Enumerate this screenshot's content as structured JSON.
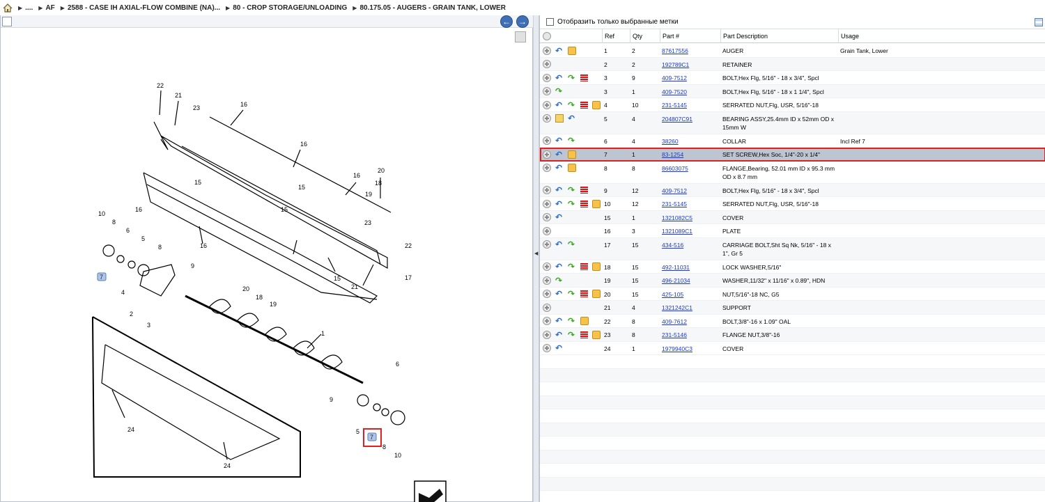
{
  "breadcrumb": [
    "....",
    "AF",
    "2588 - CASE IH AXIAL-FLOW COMBINE (NA)...",
    "80 - CROP STORAGE/UNLOADING",
    "80.175.05 - AUGERS - GRAIN TANK, LOWER"
  ],
  "filter_label": "Отобразить только выбранные метки",
  "columns": {
    "ref": "Ref",
    "qty": "Qty",
    "part": "Part #",
    "desc": "Part Description",
    "usage": "Usage"
  },
  "rows": [
    {
      "ref": "1",
      "qty": "2",
      "part": "87617556",
      "desc": "AUGER",
      "usage": "Grain Tank, Lower",
      "icons": [
        "plus",
        "back",
        "box"
      ]
    },
    {
      "ref": "2",
      "qty": "2",
      "part": "192789C1",
      "desc": "RETAINER",
      "usage": "",
      "icons": [
        "plus"
      ]
    },
    {
      "ref": "3",
      "qty": "9",
      "part": "409-7512",
      "desc": "BOLT,Hex Flg, 5/16\" - 18 x 3/4\", Spcl",
      "usage": "",
      "icons": [
        "plus",
        "back",
        "fwd",
        "list"
      ]
    },
    {
      "ref": "3",
      "qty": "1",
      "part": "409-7520",
      "desc": "BOLT,Hex Flg, 5/16\" - 18 x 1 1/4\", Spcl",
      "usage": "",
      "icons": [
        "plus",
        "fwd"
      ]
    },
    {
      "ref": "4",
      "qty": "10",
      "part": "231-5145",
      "desc": "SERRATED NUT,Flg, USR, 5/16\"-18",
      "usage": "",
      "icons": [
        "plus",
        "back",
        "fwd",
        "list",
        "box"
      ]
    },
    {
      "ref": "5",
      "qty": "4",
      "part": "204807C91",
      "desc": "BEARING ASSY,25.4mm ID x 52mm OD x 15mm W",
      "usage": "",
      "icons": [
        "plus",
        "note",
        "back"
      ],
      "tall": true
    },
    {
      "ref": "6",
      "qty": "4",
      "part": "38260",
      "desc": "COLLAR",
      "usage": "Incl Ref 7",
      "icons": [
        "plus",
        "back",
        "fwd"
      ]
    },
    {
      "ref": "7",
      "qty": "1",
      "part": "83-1254",
      "desc": "SET SCREW,Hex Soc, 1/4\"-20 x 1/4\"",
      "usage": "",
      "icons": [
        "plus",
        "back",
        "box"
      ],
      "selected": true
    },
    {
      "ref": "8",
      "qty": "8",
      "part": "86603075",
      "desc": "FLANGE,Bearing, 52.01 mm ID x 95.3 mm OD x 8.7 mm",
      "usage": "",
      "icons": [
        "plus",
        "back",
        "box"
      ],
      "tall": true
    },
    {
      "ref": "9",
      "qty": "12",
      "part": "409-7512",
      "desc": "BOLT,Hex Flg, 5/16\" - 18 x 3/4\", Spcl",
      "usage": "",
      "icons": [
        "plus",
        "back",
        "fwd",
        "list"
      ]
    },
    {
      "ref": "10",
      "qty": "12",
      "part": "231-5145",
      "desc": "SERRATED NUT,Flg, USR, 5/16\"-18",
      "usage": "",
      "icons": [
        "plus",
        "back",
        "fwd",
        "list",
        "box"
      ]
    },
    {
      "ref": "15",
      "qty": "1",
      "part": "1321082C5",
      "desc": "COVER",
      "usage": "",
      "icons": [
        "plus",
        "back"
      ]
    },
    {
      "ref": "16",
      "qty": "3",
      "part": "1321089C1",
      "desc": "PLATE",
      "usage": "",
      "icons": [
        "plus"
      ]
    },
    {
      "ref": "17",
      "qty": "15",
      "part": "434-516",
      "desc": "CARRIAGE BOLT,Sht Sq Nk, 5/16\" - 18 x 1\", Gr 5",
      "usage": "",
      "icons": [
        "plus",
        "back",
        "fwd"
      ],
      "tall": true
    },
    {
      "ref": "18",
      "qty": "15",
      "part": "492-11031",
      "desc": "LOCK WASHER,5/16\"",
      "usage": "",
      "icons": [
        "plus",
        "back",
        "fwd",
        "list",
        "box"
      ]
    },
    {
      "ref": "19",
      "qty": "15",
      "part": "496-21034",
      "desc": "WASHER,11/32\" x 11/16\" x 0.89\", HDN",
      "usage": "",
      "icons": [
        "plus",
        "fwd"
      ]
    },
    {
      "ref": "20",
      "qty": "15",
      "part": "425-105",
      "desc": "NUT,5/16\"-18 NC, G5",
      "usage": "",
      "icons": [
        "plus",
        "back",
        "fwd",
        "list",
        "box"
      ]
    },
    {
      "ref": "21",
      "qty": "4",
      "part": "1321242C1",
      "desc": "SUPPORT",
      "usage": "",
      "icons": [
        "plus"
      ]
    },
    {
      "ref": "22",
      "qty": "8",
      "part": "409-7612",
      "desc": "BOLT,3/8\"-16 x 1.09\" OAL",
      "usage": "",
      "icons": [
        "plus",
        "back",
        "fwd",
        "box"
      ]
    },
    {
      "ref": "23",
      "qty": "8",
      "part": "231-5146",
      "desc": "FLANGE NUT,3/8\"-16",
      "usage": "",
      "icons": [
        "plus",
        "back",
        "fwd",
        "list",
        "box"
      ]
    },
    {
      "ref": "24",
      "qty": "1",
      "part": "1979940C3",
      "desc": "COVER",
      "usage": "",
      "icons": [
        "plus",
        "back"
      ]
    }
  ],
  "diagram_labels": [
    "22",
    "21",
    "23",
    "16",
    "16",
    "20",
    "18",
    "16",
    "19",
    "15",
    "15",
    "15",
    "16",
    "16",
    "10",
    "8",
    "6",
    "5",
    "8",
    "9",
    "23",
    "22",
    "17",
    "15",
    "21",
    "20",
    "18",
    "19",
    "7",
    "4",
    "2",
    "3",
    "1",
    "24",
    "24",
    "9",
    "5",
    "6",
    "7",
    "8",
    "10"
  ]
}
